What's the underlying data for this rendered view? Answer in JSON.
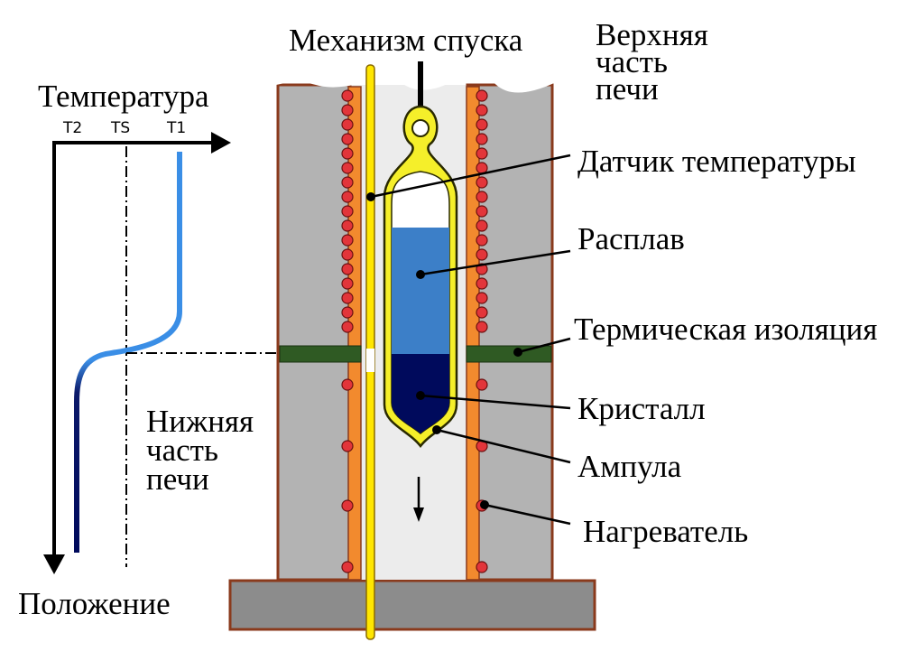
{
  "chart_axes": {
    "y_label": "Температура",
    "x_label": "Положение",
    "ticks": [
      "T2",
      "TS",
      "T1"
    ]
  },
  "labels": {
    "lowering_mechanism": "Механизм спуска",
    "upper_furnace": [
      "Верхняя",
      "часть",
      "печи"
    ],
    "lower_furnace": [
      "Нижняя",
      "часть",
      "печи"
    ],
    "temperature_sensor": "Датчик температуры",
    "melt": "Расплав",
    "thermal_insulation": "Термическая изоляция",
    "crystal": "Кристалл",
    "ampoule": "Ампула",
    "heater": "Нагреватель"
  },
  "colors": {
    "furnace_wall": "#b3b3b3",
    "furnace_border": "#8a3a1c",
    "heater_tube": "#f28a2e",
    "heater_element": "#e2353a",
    "sensor": "#ffe600",
    "ampoule": "#f5ef2a",
    "melt": "#3c7fc8",
    "crystal": "#000a5c",
    "insulation": "#2f5a23",
    "base": "#8c8c8c",
    "curve_hot": "#3a8ee6",
    "curve_cold": "#000a5c"
  }
}
